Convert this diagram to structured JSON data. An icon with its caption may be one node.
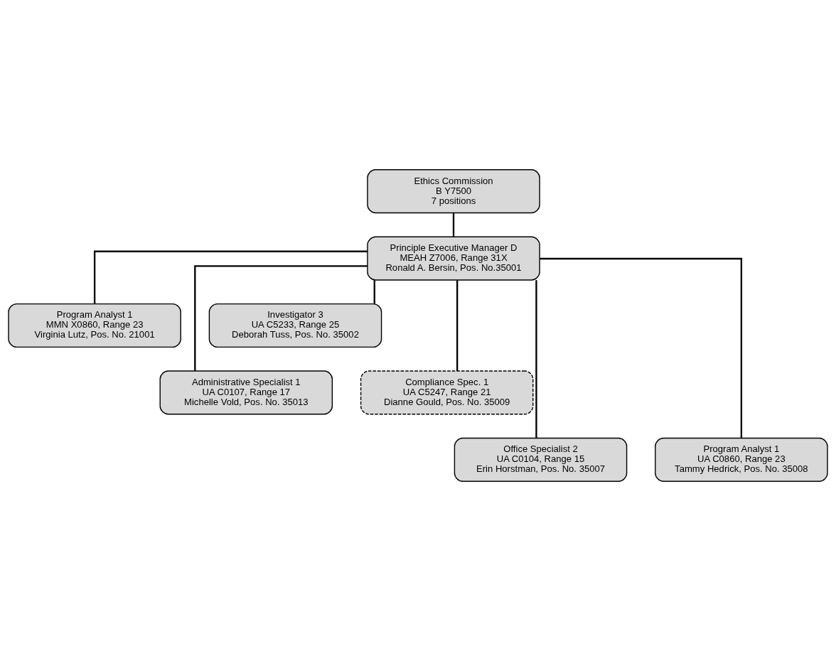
{
  "diagram": {
    "nodes": [
      {
        "text": [
          "Ethics Commission",
          "B Y7500",
          "7 positions"
        ]
      },
      {
        "text": [
          "Principle Executive Manager D",
          "MEAH Z7006, Range 31X",
          "Ronald A. Bersin, Pos. No.35001"
        ]
      },
      {
        "text": [
          "Program Analyst 1",
          "MMN X0860, Range 23",
          "Virginia Lutz, Pos. No. 21001"
        ]
      },
      {
        "text": [
          "Investigator 3",
          "UA C5233, Range 25",
          "Deborah Tuss, Pos. No. 35002"
        ]
      },
      {
        "text": [
          "Administrative Specialist 1",
          "UA C0107, Range 17",
          "Michelle Vold, Pos. No. 35013"
        ]
      },
      {
        "text": [
          "Compliance Spec. 1",
          "UA C5247, Range 21",
          "Dianne Gould, Pos. No. 35009"
        ]
      },
      {
        "text": [
          "Office Specialist 2",
          "UA C0104, Range 15",
          "Erin Horstman, Pos. No. 35007"
        ]
      },
      {
        "text": [
          "Program Analyst 1",
          "UA C0860, Range 23",
          "Tammy Hedrick, Pos. No. 35008"
        ]
      }
    ],
    "edges": [
      {
        "from": 0,
        "to": 1,
        "arrow": "none"
      },
      {
        "from": 1,
        "to": 2,
        "arrow": "none"
      },
      {
        "from": 1,
        "to": 3,
        "arrow": "none"
      },
      {
        "from": 1,
        "to": 4,
        "arrow": "none"
      },
      {
        "from": 1,
        "to": 5,
        "arrow": "none"
      },
      {
        "from": 1,
        "to": 6,
        "arrow": "none"
      },
      {
        "from": 1,
        "to": 7,
        "arrow": "none"
      }
    ]
  }
}
